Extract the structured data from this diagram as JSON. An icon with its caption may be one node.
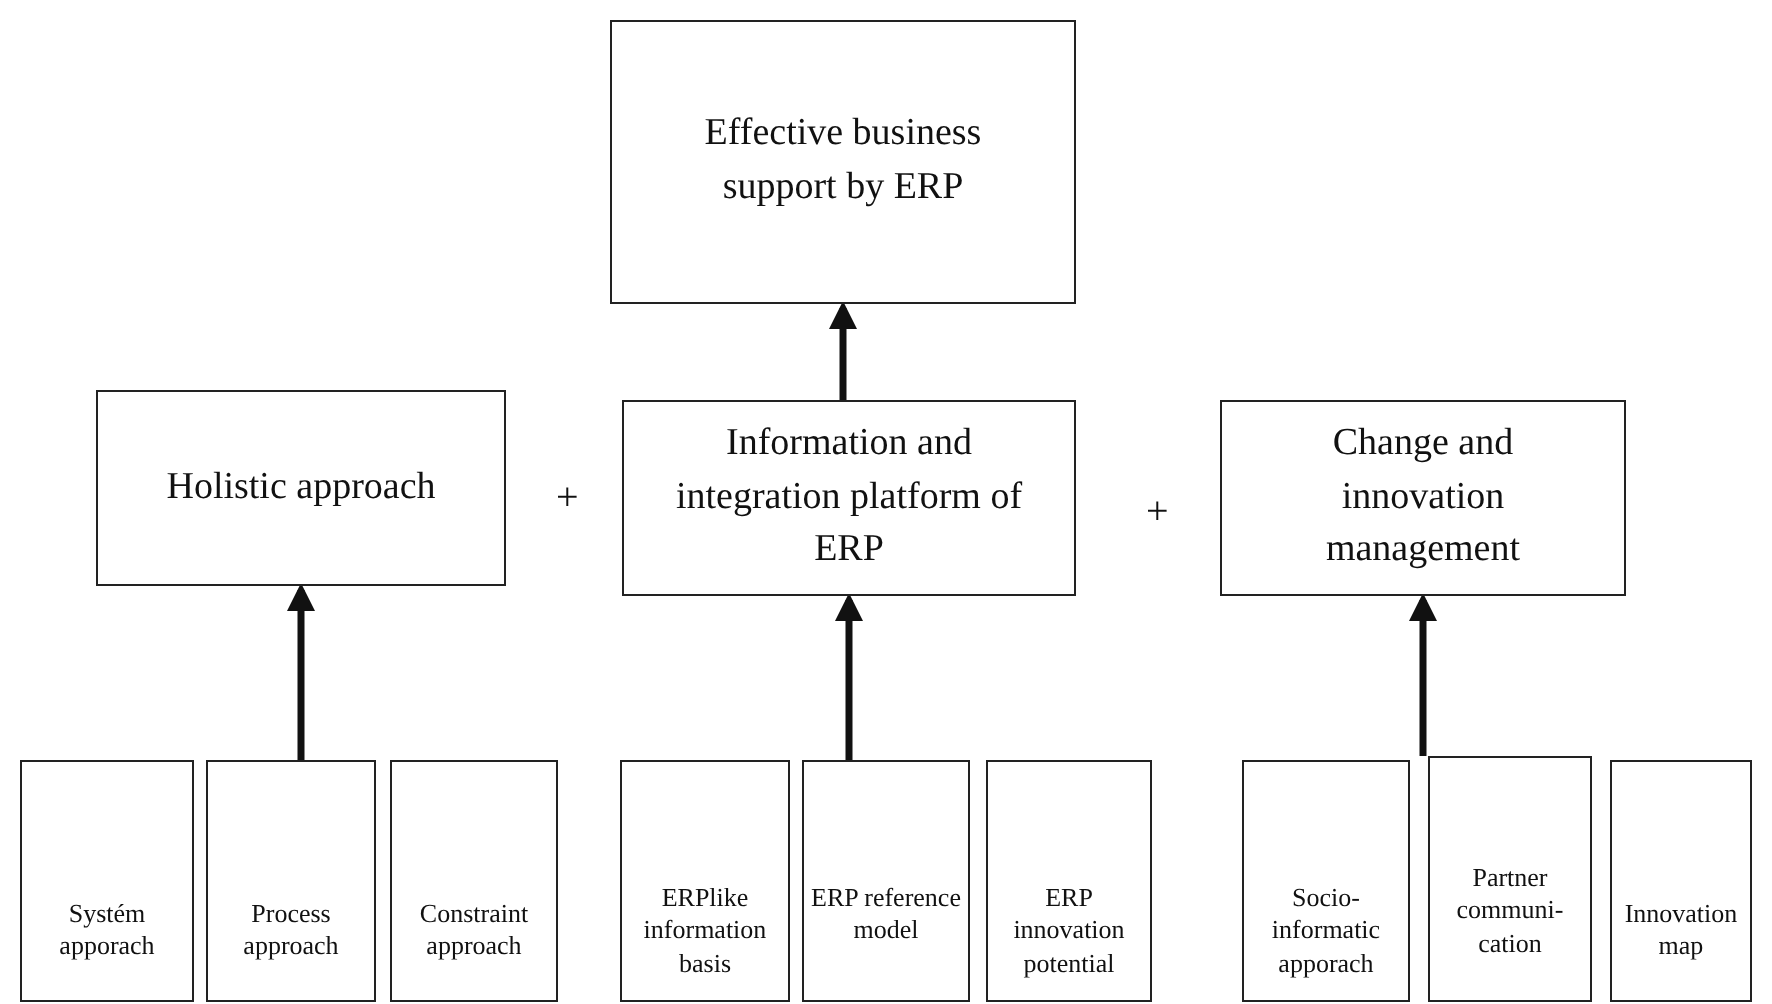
{
  "diagram": {
    "nodes": [
      {
        "text": [
          "Effective business support by ERP"
        ]
      },
      {
        "text": [
          "Holistic approach"
        ]
      },
      {
        "text": [
          "Information and integration platform of ERP"
        ]
      },
      {
        "text": [
          "Change and innovation management"
        ]
      },
      {
        "text": [
          "Systém apporach"
        ]
      },
      {
        "text": [
          "Process approach"
        ]
      },
      {
        "text": [
          "Constraint approach"
        ]
      },
      {
        "text": [
          "ERPlike information basis"
        ]
      },
      {
        "text": [
          "ERP reference model"
        ]
      },
      {
        "text": [
          "ERP innovation potential"
        ]
      },
      {
        "text": [
          "Socio-informatic apporach"
        ]
      },
      {
        "text": [
          "Partner communi-cation"
        ]
      },
      {
        "text": [
          "Innovation map"
        ]
      }
    ],
    "edges": [
      {
        "from": 2,
        "to": 0,
        "arrow": "to"
      },
      {
        "from": 5,
        "to": 1,
        "arrow": "to"
      },
      {
        "from": 8,
        "to": 2,
        "arrow": "to"
      },
      {
        "from": 11,
        "to": 3,
        "arrow": "to"
      }
    ],
    "labels": [
      "+",
      "+"
    ]
  }
}
